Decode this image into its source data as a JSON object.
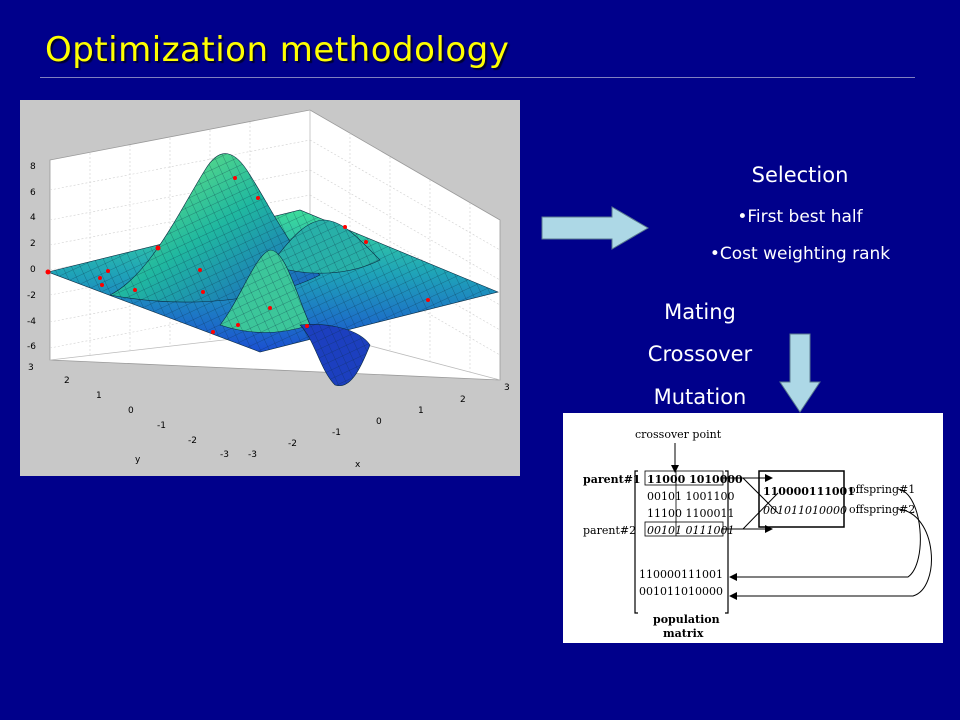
{
  "title": "Optimization methodology",
  "selection": {
    "heading": "Selection",
    "items": [
      "•First best half",
      "•Cost weighting rank"
    ]
  },
  "steps": [
    "Mating",
    "Crossover",
    "Mutation"
  ],
  "plot": {
    "z_ticks": [
      "8",
      "6",
      "4",
      "2",
      "0",
      "-2",
      "-4",
      "-6"
    ],
    "y_ticks": [
      "3",
      "2",
      "1",
      "0",
      "-1",
      "-2",
      "-3"
    ],
    "x_ticks": [
      "-3",
      "-2",
      "-1",
      "0",
      "1",
      "2",
      "3"
    ],
    "y_label": "y",
    "x_label": "x"
  },
  "crossover": {
    "crossover_point": "crossover point",
    "parent1_label": "parent#1",
    "parent2_label": "parent#2",
    "rows": [
      "11000 1010000",
      "00101 1001100",
      "11100 1100011",
      "00101 0111001"
    ],
    "offspring": [
      "110000111001",
      "001011010000"
    ],
    "offspring1_label": "offspring#1",
    "offspring2_label": "offspring#2",
    "population_rows": [
      "110000111001",
      "001011010000"
    ],
    "population_label_1": "population",
    "population_label_2": "matrix"
  },
  "colors": {
    "background": "#00008b",
    "title": "#ffff00",
    "arrow_fill": "#add8e6"
  }
}
